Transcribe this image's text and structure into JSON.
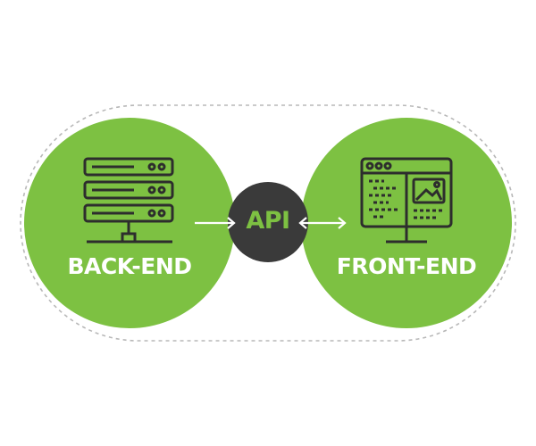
{
  "diagram": {
    "backend_label": "BACK-END",
    "api_label": "API",
    "frontend_label": "FRONT-END"
  },
  "colors": {
    "green": "#7dc142",
    "dark": "#3a3a3a",
    "white": "#ffffff",
    "dash": "#b8b8b8"
  },
  "icons": {
    "backend": "server-rack-icon",
    "frontend": "monitor-window-icon"
  }
}
